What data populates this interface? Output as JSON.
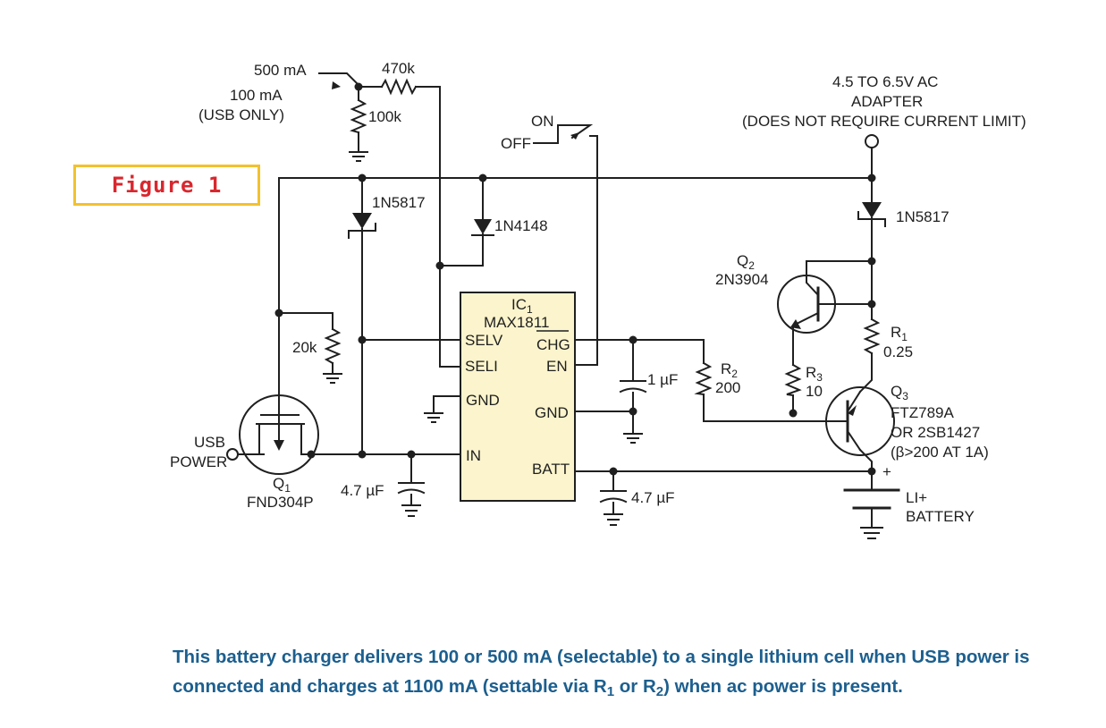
{
  "figure": {
    "label": "Figure 1"
  },
  "switches": {
    "current_select": {
      "opt1": "500 mA",
      "opt2": "100 mA",
      "opt2_note": "(USB ONLY)"
    },
    "power": {
      "on": "ON",
      "off": "OFF"
    }
  },
  "components": {
    "r_top": "470k",
    "r_pulldown": "100k",
    "r_gate": "20k",
    "d1": "1N5817",
    "d2": "1N4148",
    "d3": "1N5817",
    "ic": {
      "ref": "IC",
      "ref_sub": "1",
      "part": "MAX1811",
      "pins": {
        "selv": "SELV",
        "seli": "SELI",
        "gnd_left": "GND",
        "in": "IN",
        "chg": "CHG",
        "en": "EN",
        "gnd_right": "GND",
        "batt": "BATT"
      }
    },
    "c_1uf": "1 µF",
    "c_in": "4.7 µF",
    "c_batt": "4.7 µF",
    "r2": {
      "ref": "R",
      "sub": "2",
      "value": "200"
    },
    "r1": {
      "ref": "R",
      "sub": "1",
      "value": "0.25"
    },
    "r3": {
      "ref": "R",
      "sub": "3",
      "value": "10"
    },
    "q1": {
      "ref": "Q",
      "sub": "1",
      "part": "FND304P"
    },
    "q2": {
      "ref": "Q",
      "sub": "2",
      "part": "2N3904"
    },
    "q3": {
      "ref": "Q",
      "sub": "3",
      "part": "FTZ789A",
      "alt": "OR 2SB1427",
      "note": "(β>200 AT 1A)"
    }
  },
  "ports": {
    "usb_line1": "USB",
    "usb_line2": "POWER",
    "ac_line1": "4.5 TO 6.5V AC",
    "ac_line2": "ADAPTER",
    "ac_line3": "(DOES NOT REQUIRE CURRENT LIMIT)",
    "battery_line1": "LI+",
    "battery_line2": "BATTERY",
    "battery_plus": "+"
  },
  "caption": {
    "part1": "This battery charger delivers 100 or 500 mA (selectable) to a single lithium cell when USB power is connected and charges at 1100 mA (settable via R",
    "sub1": "1",
    "part2": " or R",
    "sub2": "2",
    "part3": ") when ac power is present."
  }
}
